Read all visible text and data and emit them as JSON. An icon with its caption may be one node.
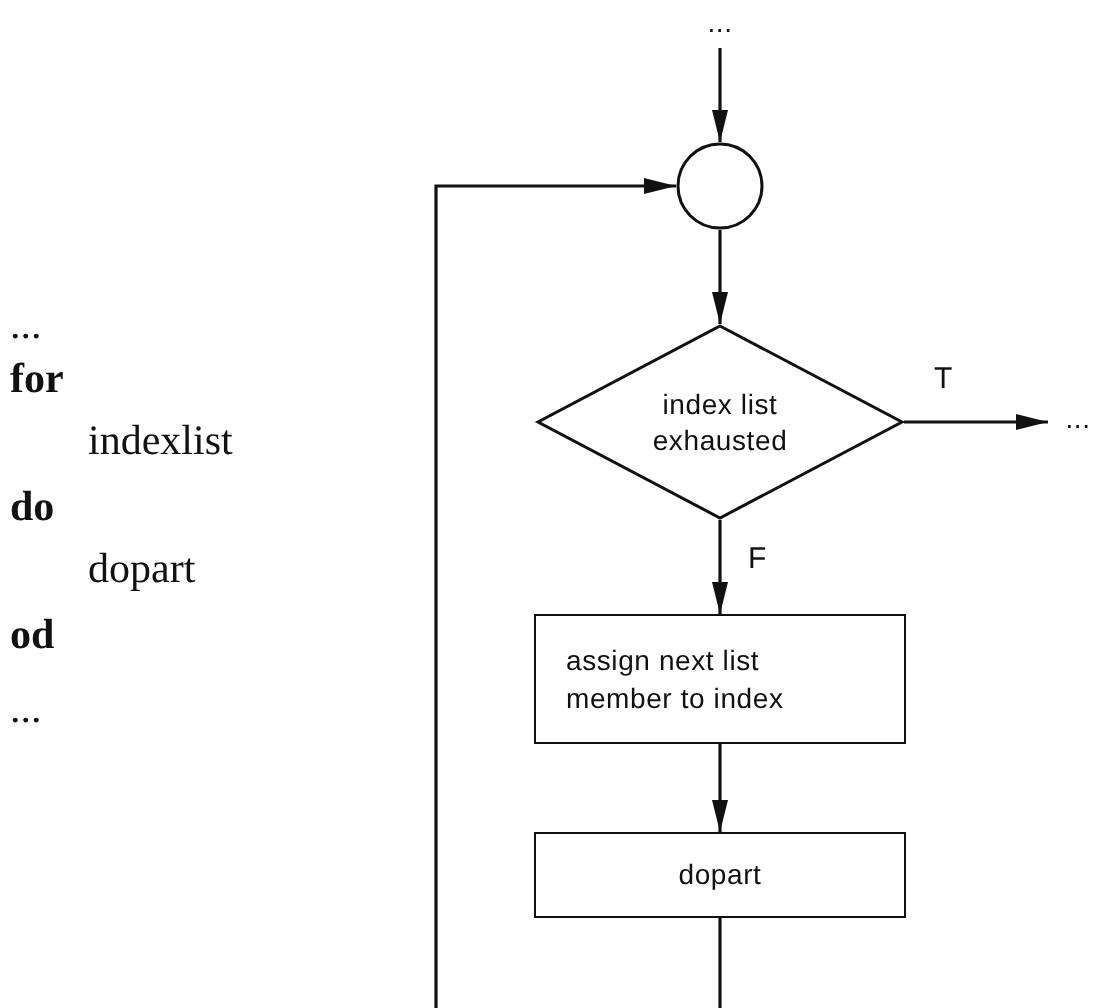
{
  "diagram": {
    "nodes": [
      {
        "text": [
          "..."
        ]
      },
      {
        "text": [],
        "shape": "circle"
      },
      {
        "text": [
          "index list exhausted"
        ]
      },
      {
        "text": [
          "assign next list member to index"
        ]
      },
      {
        "text": [
          "dopart"
        ]
      },
      {
        "text": [
          "..."
        ]
      }
    ],
    "edges": [
      {
        "from": 0,
        "to": 1,
        "arrow": "to"
      },
      {
        "from": 1,
        "to": 2,
        "arrow": "to"
      },
      {
        "from": 2,
        "to": 5,
        "arrow": "to",
        "label": "T"
      },
      {
        "from": 2,
        "to": 3,
        "arrow": "to",
        "label": "F"
      },
      {
        "from": 3,
        "to": 4,
        "arrow": "to"
      },
      {
        "from": 4,
        "to": 1,
        "arrow": "to"
      }
    ],
    "labels": [
      "...",
      "for",
      "indexlist",
      "do",
      "dopart",
      "od",
      "..."
    ]
  }
}
